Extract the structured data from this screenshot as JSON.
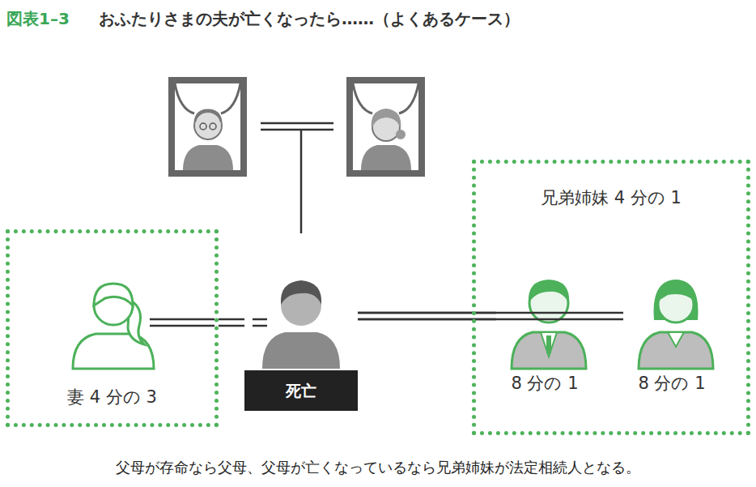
{
  "diagram": {
    "title": "おふたりさまの夫が亡くなったら……（よくあるケース）",
    "caption": "父母が存命なら父母、父母が亡くなっているなら兄弟姉妹が法定相続人となる。",
    "nodes": [
      {
        "text": [
          "妻 4 分の 3"
        ]
      },
      {
        "text": [
          "死亡"
        ]
      },
      {
        "text": [
          "兄弟姉妹 4 分の 1"
        ]
      },
      {
        "text": [
          "8 分の 1"
        ],
        "in": 2
      },
      {
        "text": [
          "8 分の 1"
        ],
        "in": 2
      }
    ],
    "edges": [
      {
        "from": 0,
        "to": 1,
        "arrow": "none"
      },
      {
        "from": 1,
        "to": 3,
        "arrow": "none"
      },
      {
        "from": 1,
        "to": 4,
        "arrow": "none"
      }
    ],
    "labels": [
      "図表1–3"
    ]
  }
}
